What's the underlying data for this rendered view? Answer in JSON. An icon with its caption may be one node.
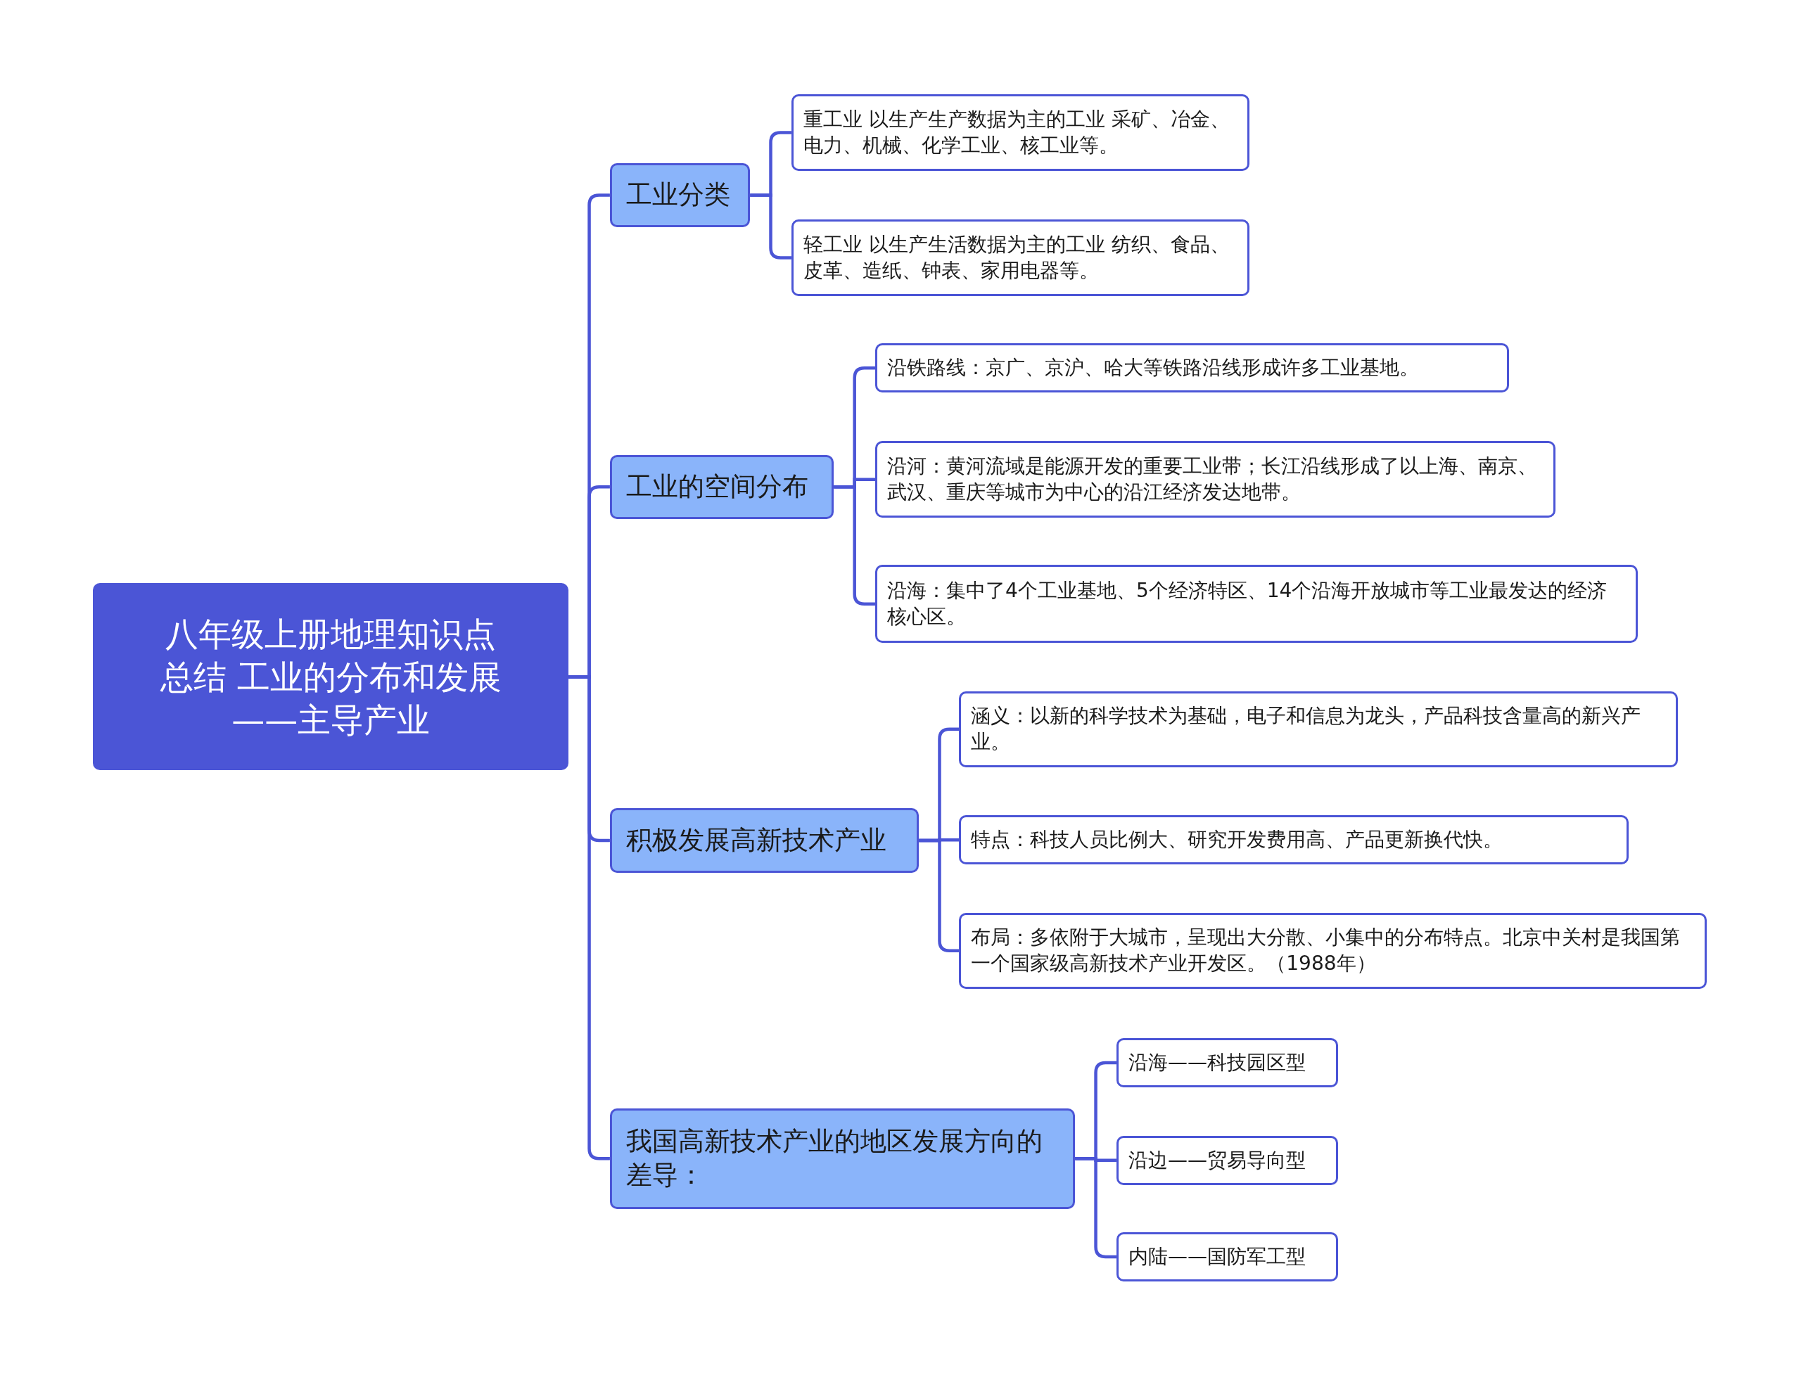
{
  "diagram": {
    "nodes": [
      {
        "text": [
          "八年级上册地理知识点总结 工业的分布和发展——主导产业"
        ]
      },
      {
        "text": [
          "工业分类"
        ]
      },
      {
        "text": [
          "重工业 以生产生产数据为主的工业 采矿、冶金、电力、机械、化学工业、核工业等。"
        ]
      },
      {
        "text": [
          "轻工业 以生产生活数据为主的工业 纺织、食品、皮革、造纸、钟表、家用电器等。"
        ]
      },
      {
        "text": [
          "工业的空间分布"
        ]
      },
      {
        "text": [
          "沿铁路线：京广、京沪、哈大等铁路沿线形成许多工业基地。"
        ]
      },
      {
        "text": [
          "沿河：黄河流域是能源开发的重要工业带；长江沿线形成了以上海、南京、武汉、重庆等城市为中心的沿江经济发达地带。"
        ]
      },
      {
        "text": [
          "沿海：集中了4个工业基地、5个经济特区、14个沿海开放城市等工业最发达的经济核心区。"
        ]
      },
      {
        "text": [
          "积极发展高新技术产业"
        ]
      },
      {
        "text": [
          "涵义：以新的科学技术为基础，电子和信息为龙头，产品科技含量高的新兴产业。"
        ]
      },
      {
        "text": [
          "特点：科技人员比例大、研究开发费用高、产品更新换代快。"
        ]
      },
      {
        "text": [
          "布局：多依附于大城市，呈现出大分散、小集中的分布特点。北京中关村是我国第一个国家级高新技术产业开发区。（1988年）"
        ]
      },
      {
        "text": [
          "我国高新技术产业的地区发展方向的差导："
        ]
      },
      {
        "text": [
          "沿海——科技园区型"
        ]
      },
      {
        "text": [
          "沿边——贸易导向型"
        ]
      },
      {
        "text": [
          "内陆——国防军工型"
        ]
      }
    ],
    "edges": [
      {
        "from": 0,
        "to": 1,
        "arrow": "none"
      },
      {
        "from": 0,
        "to": 4,
        "arrow": "none"
      },
      {
        "from": 0,
        "to": 8,
        "arrow": "none"
      },
      {
        "from": 0,
        "to": 12,
        "arrow": "none"
      },
      {
        "from": 1,
        "to": 2,
        "arrow": "none"
      },
      {
        "from": 1,
        "to": 3,
        "arrow": "none"
      },
      {
        "from": 4,
        "to": 5,
        "arrow": "none"
      },
      {
        "from": 4,
        "to": 6,
        "arrow": "none"
      },
      {
        "from": 4,
        "to": 7,
        "arrow": "none"
      },
      {
        "from": 8,
        "to": 9,
        "arrow": "none"
      },
      {
        "from": 8,
        "to": 10,
        "arrow": "none"
      },
      {
        "from": 8,
        "to": 11,
        "arrow": "none"
      },
      {
        "from": 12,
        "to": 13,
        "arrow": "none"
      },
      {
        "from": 12,
        "to": 14,
        "arrow": "none"
      },
      {
        "from": 12,
        "to": 15,
        "arrow": "none"
      }
    ]
  }
}
